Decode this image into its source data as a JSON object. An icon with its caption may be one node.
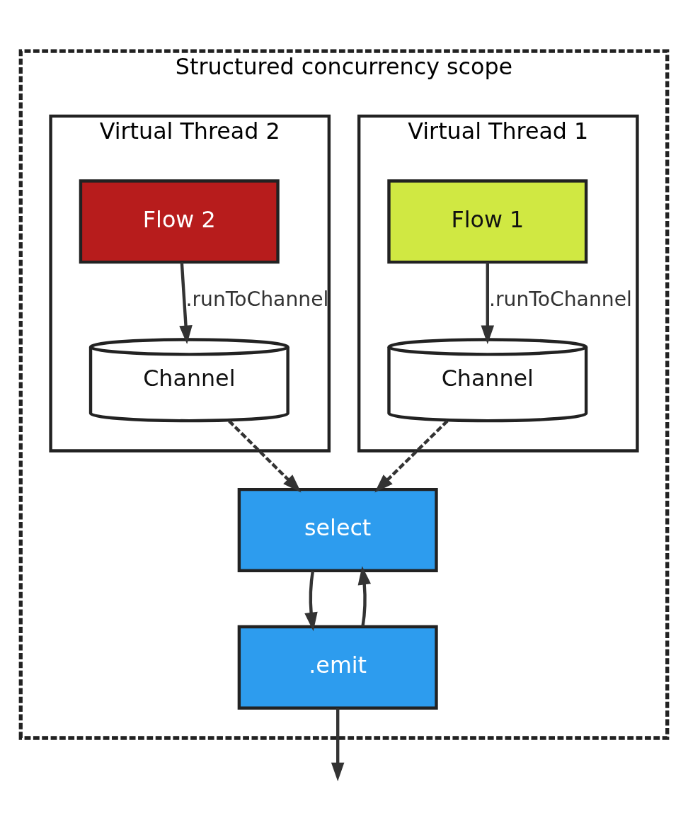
{
  "diagram": {
    "nodes": [
      {
        "text": [
          "Structured concurrency scope"
        ]
      },
      {
        "text": [
          "Virtual Thread 1"
        ],
        "in": 0
      },
      {
        "text": [
          "Flow 1"
        ],
        "in": 1
      },
      {
        "text": [
          "Channel"
        ],
        "in": 1
      },
      {
        "text": [
          "Virtual Thread 2"
        ],
        "in": 0
      },
      {
        "text": [
          "Flow 2"
        ],
        "in": 4
      },
      {
        "text": [
          "Channel"
        ],
        "in": 4
      },
      {
        "text": [
          "select"
        ],
        "in": 0
      },
      {
        "text": [
          ".emit"
        ],
        "in": 0
      }
    ],
    "edges": [
      {
        "from": 2,
        "to": 3,
        "arrow": "to",
        "label": ".runToChannel"
      },
      {
        "from": 5,
        "to": 6,
        "arrow": "to",
        "label": ".runToChannel"
      },
      {
        "from": 3,
        "to": 7,
        "arrow": "to",
        "style": "dashed"
      },
      {
        "from": 6,
        "to": 7,
        "arrow": "to",
        "style": "dashed"
      },
      {
        "from": 7,
        "to": 8,
        "arrow": "to"
      },
      {
        "from": 8,
        "to": 7,
        "arrow": "to"
      },
      {
        "from": 8,
        "to": null,
        "arrow": "to"
      }
    ]
  }
}
